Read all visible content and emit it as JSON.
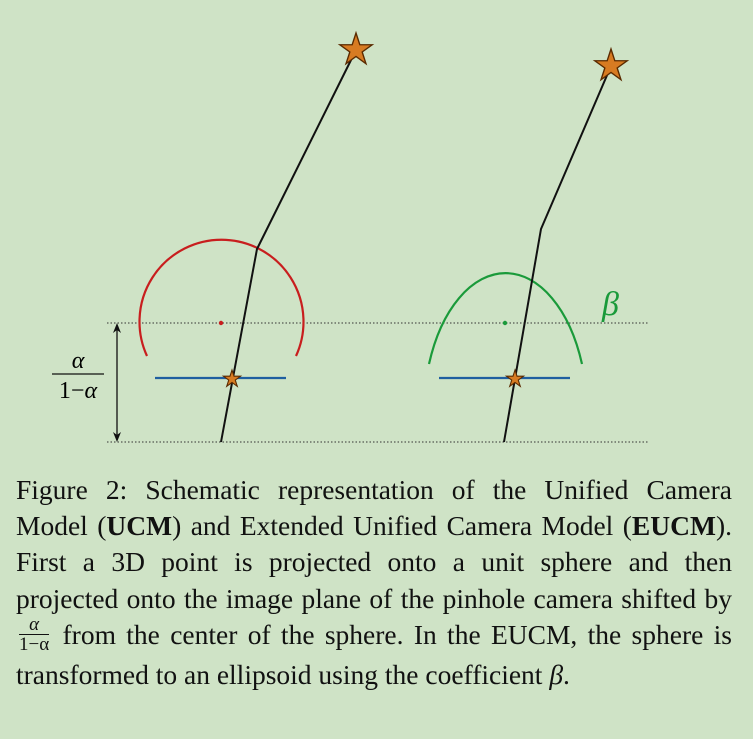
{
  "figure": {
    "left_label": {
      "num": "α",
      "den_prefix": "1−",
      "den_var": "α"
    },
    "beta_label": "β",
    "colors": {
      "sphere": "#c81e1e",
      "ellipsoid": "#1a9a3a",
      "image_plane": "#1f5fa0",
      "star_fill": "#d77b22",
      "star_stroke": "#5a2a00",
      "ray": "#111111",
      "background": "#cfe3c6"
    }
  },
  "caption": {
    "fig_label": "Figure 2:",
    "part1": "Schematic representation of the Unified Camera Model (",
    "ucm": "UCM",
    "part2": ") and Extended Unified Camera Model (",
    "eucm": "EUCM",
    "part3": "). First a 3D point is projected onto a unit sphere and then projected onto the image plane of the pinhole camera shifted by",
    "frac_num": "α",
    "frac_den": "1−α",
    "part4": "from the center of the sphere. In the EUCM, the sphere is transformed to an ellipsoid using the coefficient",
    "beta": "β",
    "end": "."
  }
}
